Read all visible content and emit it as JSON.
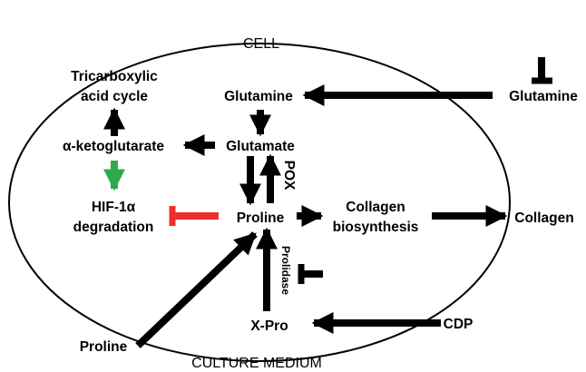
{
  "diagram": {
    "regions": {
      "cell": "CELL",
      "medium": "CULTURE MEDIUM"
    },
    "nodes": {
      "tca_line1": "Tricarboxylic",
      "tca_line2": "acid cycle",
      "glutamine_in": "Glutamine",
      "glutamine_out": "Glutamine",
      "akg": "α-ketoglutarate",
      "glutamate": "Glutamate",
      "hif_line1": "HIF-1α",
      "hif_line2": "degradation",
      "proline_in": "Proline",
      "collagen_bio_line1": "Collagen",
      "collagen_bio_line2": "biosynthesis",
      "collagen": "Collagen",
      "xpro": "X-Pro",
      "cdp": "CDP",
      "proline_out": "Proline"
    },
    "enzymes": {
      "pox": "POX",
      "prolidase": "Prolidase"
    },
    "colors": {
      "ink": "#000000",
      "activation": "#2eaa4a",
      "inhibition": "#e8312a"
    }
  }
}
